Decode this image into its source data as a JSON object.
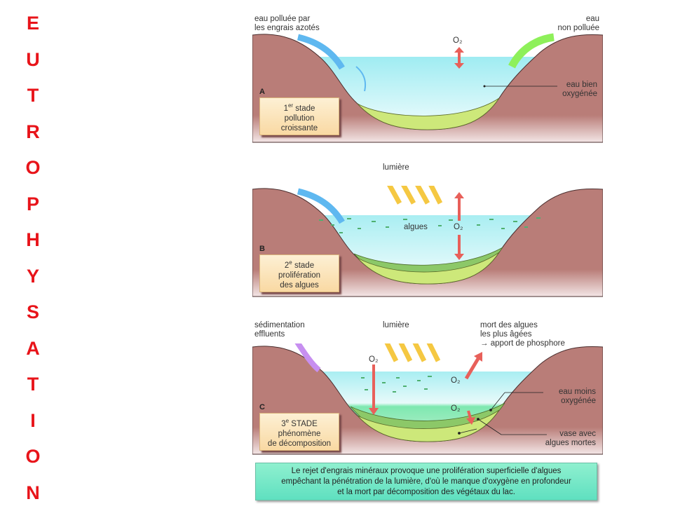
{
  "title_letters": [
    "E",
    "U",
    "T",
    "R",
    "O",
    "P",
    "H",
    "Y",
    "S",
    "A",
    "T",
    "I",
    "O",
    "N"
  ],
  "o2": "O₂",
  "panel_a": {
    "letter": "A",
    "stage_num": "1",
    "stage_sup": "er",
    "stage_word": "stade",
    "stage_line2": "pollution",
    "stage_line3": "croissante",
    "polluted_1": "eau polluée par",
    "polluted_2": "les engrais azotés",
    "clean_1": "eau",
    "clean_2": "non polluée",
    "oxy_1": "eau bien",
    "oxy_2": "oxygénée"
  },
  "panel_b": {
    "letter": "B",
    "stage_num": "2",
    "stage_sup": "e",
    "stage_word": "stade",
    "stage_line2": "prolifération",
    "stage_line3": "des algues",
    "light": "lumière",
    "algae": "algues"
  },
  "panel_c": {
    "letter": "C",
    "stage_num": "3",
    "stage_sup": "e",
    "stage_word": "STADE",
    "stage_line2": "phénomène",
    "stage_line3": "de décomposition",
    "sed_1": "sédimentation",
    "sed_2": "effluents",
    "light": "lumière",
    "death_1": "mort des algues",
    "death_2": "les plus âgées",
    "death_3": "→ apport de phosphore",
    "less_oxy_1": "eau moins",
    "less_oxy_2": "oxygénée",
    "mud_1": "vase avec",
    "mud_2": "algues mortes"
  },
  "caption": {
    "line1": "Le rejet d'engrais minéraux provoque une prolifération superficielle d'algues",
    "line2": "empêchant la pénétration de la lumière, d'où le manque d'oxygène en profondeur",
    "line3": "et la mort par décomposition des végétaux du lac."
  },
  "colors": {
    "title": "#e8141a",
    "ground": "#b97d78",
    "water": "#a9eef2",
    "sediment": "#cde87a",
    "algae_layer": "#8cc868",
    "o2_arrow": "#e8605a"
  }
}
